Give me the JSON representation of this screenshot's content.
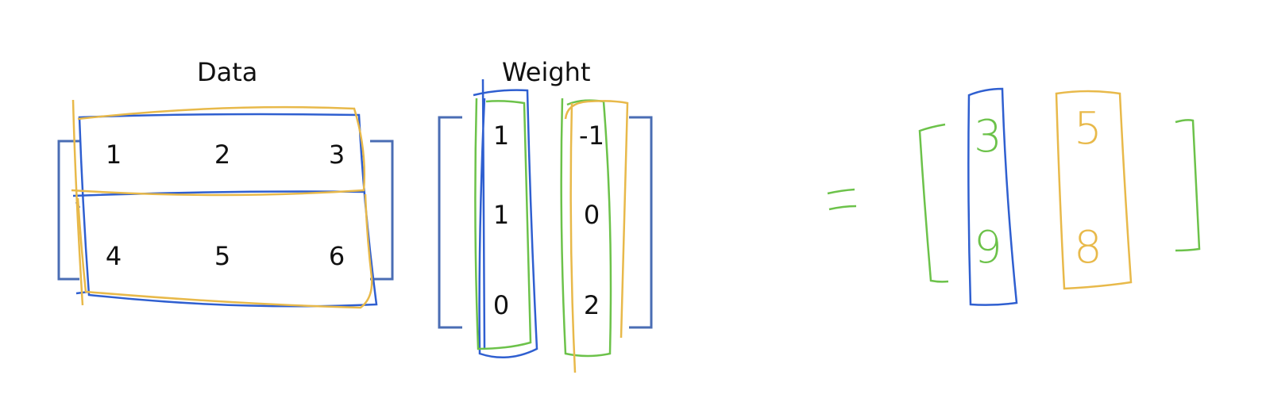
{
  "colors": {
    "bracket": "#4a6db4",
    "pen_blue": "#2f5fd0",
    "pen_yellow": "#e8b94a",
    "pen_green": "#6cc24a",
    "text": "#111111"
  },
  "data_matrix": {
    "title": "Data",
    "rows": [
      [
        "1",
        "2",
        "3"
      ],
      [
        "4",
        "5",
        "6"
      ]
    ]
  },
  "weight_matrix": {
    "title": "Weight",
    "columns": [
      [
        "1",
        "1",
        "0"
      ],
      [
        "-1",
        "0",
        "2"
      ]
    ]
  },
  "result": {
    "equals": "=",
    "columns": [
      [
        "3",
        "9"
      ],
      [
        "5",
        "8"
      ]
    ]
  }
}
